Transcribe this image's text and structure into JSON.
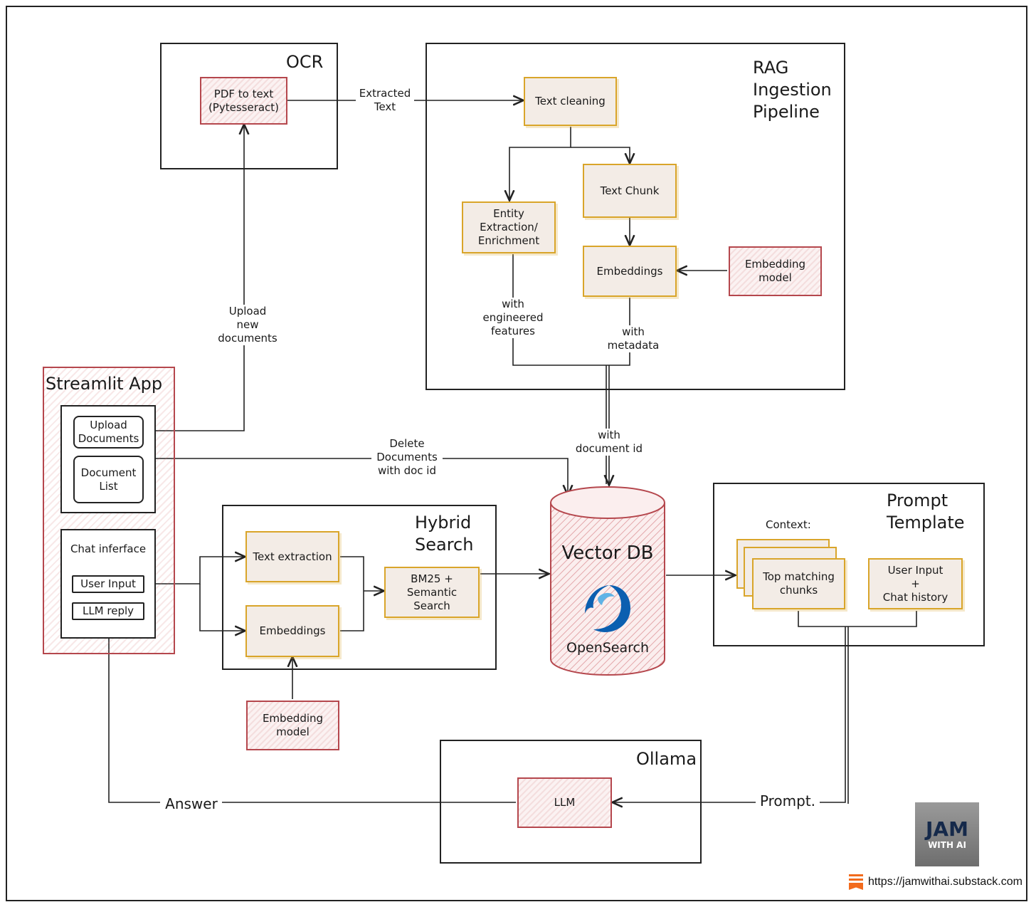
{
  "ocr": {
    "title": "OCR",
    "pdf_node": "PDF to text\n(Pytesseract)"
  },
  "rag": {
    "title": "RAG\nIngestion\nPipeline",
    "text_cleaning": "Text cleaning",
    "entity": "Entity\nExtraction/\nEnrichment",
    "text_chunk": "Text Chunk",
    "embeddings": "Embeddings",
    "embedding_model": "Embedding\nmodel"
  },
  "streamlit": {
    "title": "Streamlit App",
    "upload": "Upload\nDocuments",
    "doc_list": "Document\nList",
    "chat": "Chat inferface",
    "user_input": "User Input",
    "llm_reply": "LLM reply"
  },
  "hybrid": {
    "title": "Hybrid\nSearch",
    "text_extraction": "Text extraction",
    "embeddings": "Embeddings",
    "bm25": "BM25 +\nSemantic\nSearch",
    "embedding_model": "Embedding\nmodel"
  },
  "vector_db": {
    "title": "Vector DB",
    "brand": "OpenSearch",
    "logo_icon": "opensearch-logo"
  },
  "prompt": {
    "title": "Prompt\nTemplate",
    "context": "Context:",
    "top_chunks": "Top matching\nchunks",
    "user_chat": "User Input\n+\nChat history"
  },
  "ollama": {
    "title": "Ollama",
    "llm": "LLM"
  },
  "edges": {
    "extracted_text": "Extracted\nText",
    "upload_new": "Upload\nnew\ndocuments",
    "engineered": "with\nengineered\nfeatures",
    "metadata": "with\nmetadata",
    "doc_id": "with\ndocument id",
    "delete": "Delete\nDocuments\nwith doc id",
    "answer": "Answer",
    "prompt": "Prompt."
  },
  "brand": {
    "logo_top": "JAM",
    "logo_bottom": "WITH AI",
    "url": "https://jamwithai.substack.com"
  },
  "colors": {
    "stroke": "#222222",
    "yellow_border": "#d9a52a",
    "red_border": "#b5474d",
    "opensearch_blue": "#0b5fb0"
  }
}
